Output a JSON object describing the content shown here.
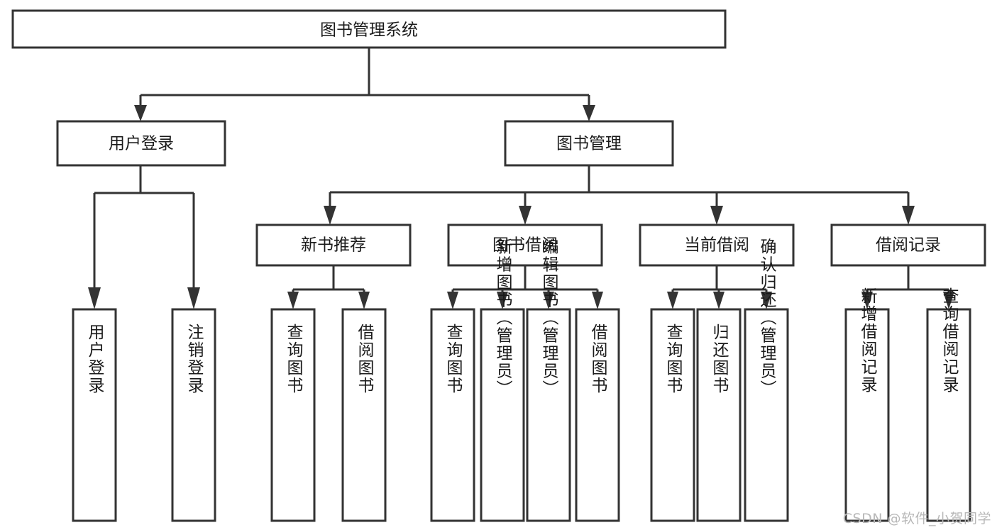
{
  "diagram": {
    "type": "tree-hierarchy",
    "title": "图书管理系统",
    "root": {
      "id": "root",
      "label": "图书管理系统",
      "orientation": "horizontal"
    },
    "level2": [
      {
        "id": "user-login",
        "label": "用户登录",
        "orientation": "horizontal"
      },
      {
        "id": "book-manage",
        "label": "图书管理",
        "orientation": "horizontal"
      }
    ],
    "level3": [
      {
        "id": "new-book-recommend",
        "label": "新书推荐",
        "parent": "book-manage",
        "orientation": "horizontal"
      },
      {
        "id": "book-borrow",
        "label": "图书借阅",
        "parent": "book-manage",
        "orientation": "horizontal"
      },
      {
        "id": "current-borrow",
        "label": "当前借阅",
        "parent": "book-manage",
        "orientation": "horizontal"
      },
      {
        "id": "borrow-record",
        "label": "借阅记录",
        "parent": "book-manage",
        "orientation": "horizontal"
      }
    ],
    "leaves": [
      {
        "id": "leaf-user-login",
        "label": "用户登录",
        "parent": "user-login",
        "orientation": "vertical"
      },
      {
        "id": "leaf-user-logout",
        "label": "注销登录",
        "parent": "user-login",
        "orientation": "vertical"
      },
      {
        "id": "leaf-query-book-1",
        "label": "查询图书",
        "parent": "new-book-recommend",
        "orientation": "vertical"
      },
      {
        "id": "leaf-borrow-book-1",
        "label": "借阅图书",
        "parent": "new-book-recommend",
        "orientation": "vertical"
      },
      {
        "id": "leaf-query-book-2",
        "label": "查询图书",
        "parent": "book-borrow",
        "orientation": "vertical"
      },
      {
        "id": "leaf-add-book",
        "label": "新增图书（管理员）",
        "parent": "book-borrow",
        "orientation": "vertical"
      },
      {
        "id": "leaf-edit-book",
        "label": "编辑图书（管理员）",
        "parent": "book-borrow",
        "orientation": "vertical"
      },
      {
        "id": "leaf-borrow-book-2",
        "label": "借阅图书",
        "parent": "book-borrow",
        "orientation": "vertical"
      },
      {
        "id": "leaf-query-book-3",
        "label": "查询图书",
        "parent": "current-borrow",
        "orientation": "vertical"
      },
      {
        "id": "leaf-return-book",
        "label": "归还图书",
        "parent": "current-borrow",
        "orientation": "vertical"
      },
      {
        "id": "leaf-confirm-return",
        "label": "确认归还（管理员）",
        "parent": "current-borrow",
        "orientation": "vertical"
      },
      {
        "id": "leaf-add-record",
        "label": "新增借阅记录",
        "parent": "borrow-record",
        "orientation": "vertical"
      },
      {
        "id": "leaf-query-record",
        "label": "查询借阅记录",
        "parent": "borrow-record",
        "orientation": "vertical"
      }
    ]
  },
  "watermark": {
    "text": "CSDN @软件_小贺同学"
  },
  "colors": {
    "stroke": "#333333",
    "fill": "#ffffff",
    "text": "#1a1a1a",
    "watermark": "#b8b8b8"
  }
}
